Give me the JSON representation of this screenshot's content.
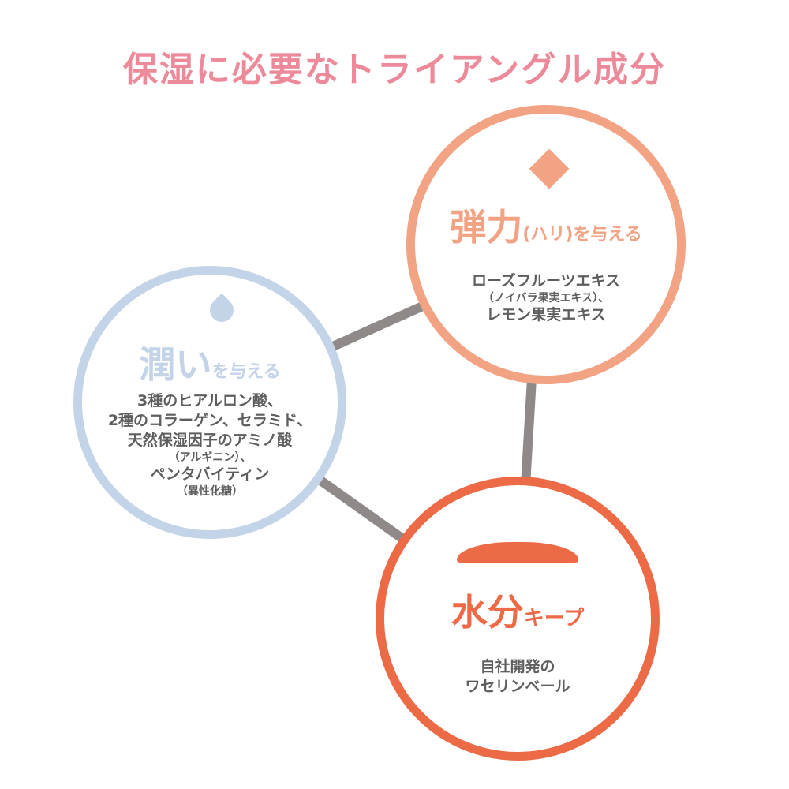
{
  "title": "保湿に必要なトライアングル成分",
  "colors": {
    "title": "#ec8a9a",
    "moisture": "#c3d3e8",
    "elasticity": "#f2a383",
    "water": "#ec6b46",
    "connector": "#8f8a89"
  },
  "moisture": {
    "icon": "water-drop-icon",
    "heading_main": "潤い",
    "heading_sub": "を与える",
    "lines": [
      "3種のヒアルロン酸、",
      "2種のコラーゲン、セラミド、",
      "天然保湿因子のアミノ酸"
    ],
    "note1": "（アルギニン）、",
    "line4": "ペンタバイティン",
    "note2": "（異性化糖）"
  },
  "elasticity": {
    "icon": "diamond-icon",
    "heading_main": "弾力",
    "heading_sub": "(ハリ)を与える",
    "line1": "ローズフルーツエキス",
    "note1": "（ノイバラ果実エキス）、",
    "line2": "レモン果実エキス"
  },
  "water": {
    "icon": "dome-icon",
    "heading_main": "水分",
    "heading_sub": "キープ",
    "line1": "自社開発の",
    "line2": "ワセリンベール"
  }
}
